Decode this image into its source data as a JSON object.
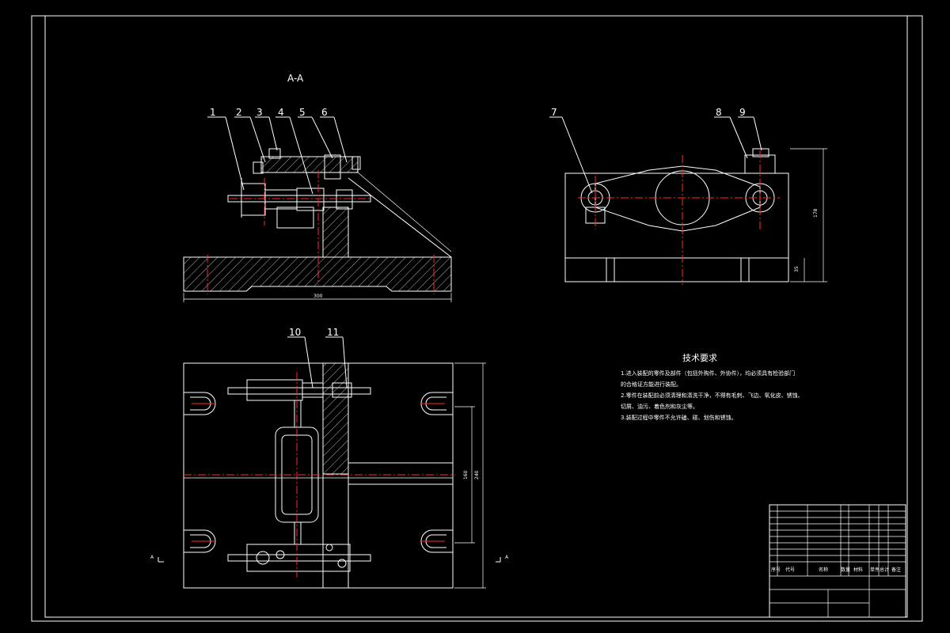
{
  "drawing": {
    "section_label": "A-A",
    "part_numbers": [
      "1",
      "2",
      "3",
      "4",
      "5",
      "6",
      "7",
      "8",
      "9",
      "10",
      "11"
    ],
    "dimensions": {
      "base_width": "300",
      "side_height": "178",
      "side_small": "35",
      "plan_inner": "160",
      "plan_outer": "240"
    },
    "section_markers": {
      "left": "A",
      "right": "A"
    }
  },
  "tech_requirements": {
    "title": "技术要求",
    "items": [
      "1.进入装配的零件及部件（包括外购件、外协件），均必须具有检验部门",
      "的合格证方能进行装配。",
      "2.零件在装配前必须清理和清洗干净，不得有毛刺、飞边、氧化皮、锈蚀、",
      "切屑、油污、着色剂和灰尘等。",
      "3.装配过程中零件不允许磕、碰、划伤和锈蚀。"
    ]
  },
  "title_block": {
    "header": [
      "序号",
      "代号",
      "名称",
      "数量",
      "材料",
      "单件",
      "总计",
      "备注"
    ]
  },
  "colors": {
    "line": "#ffffff",
    "center": "#ff2a2a",
    "background": "#000000"
  }
}
